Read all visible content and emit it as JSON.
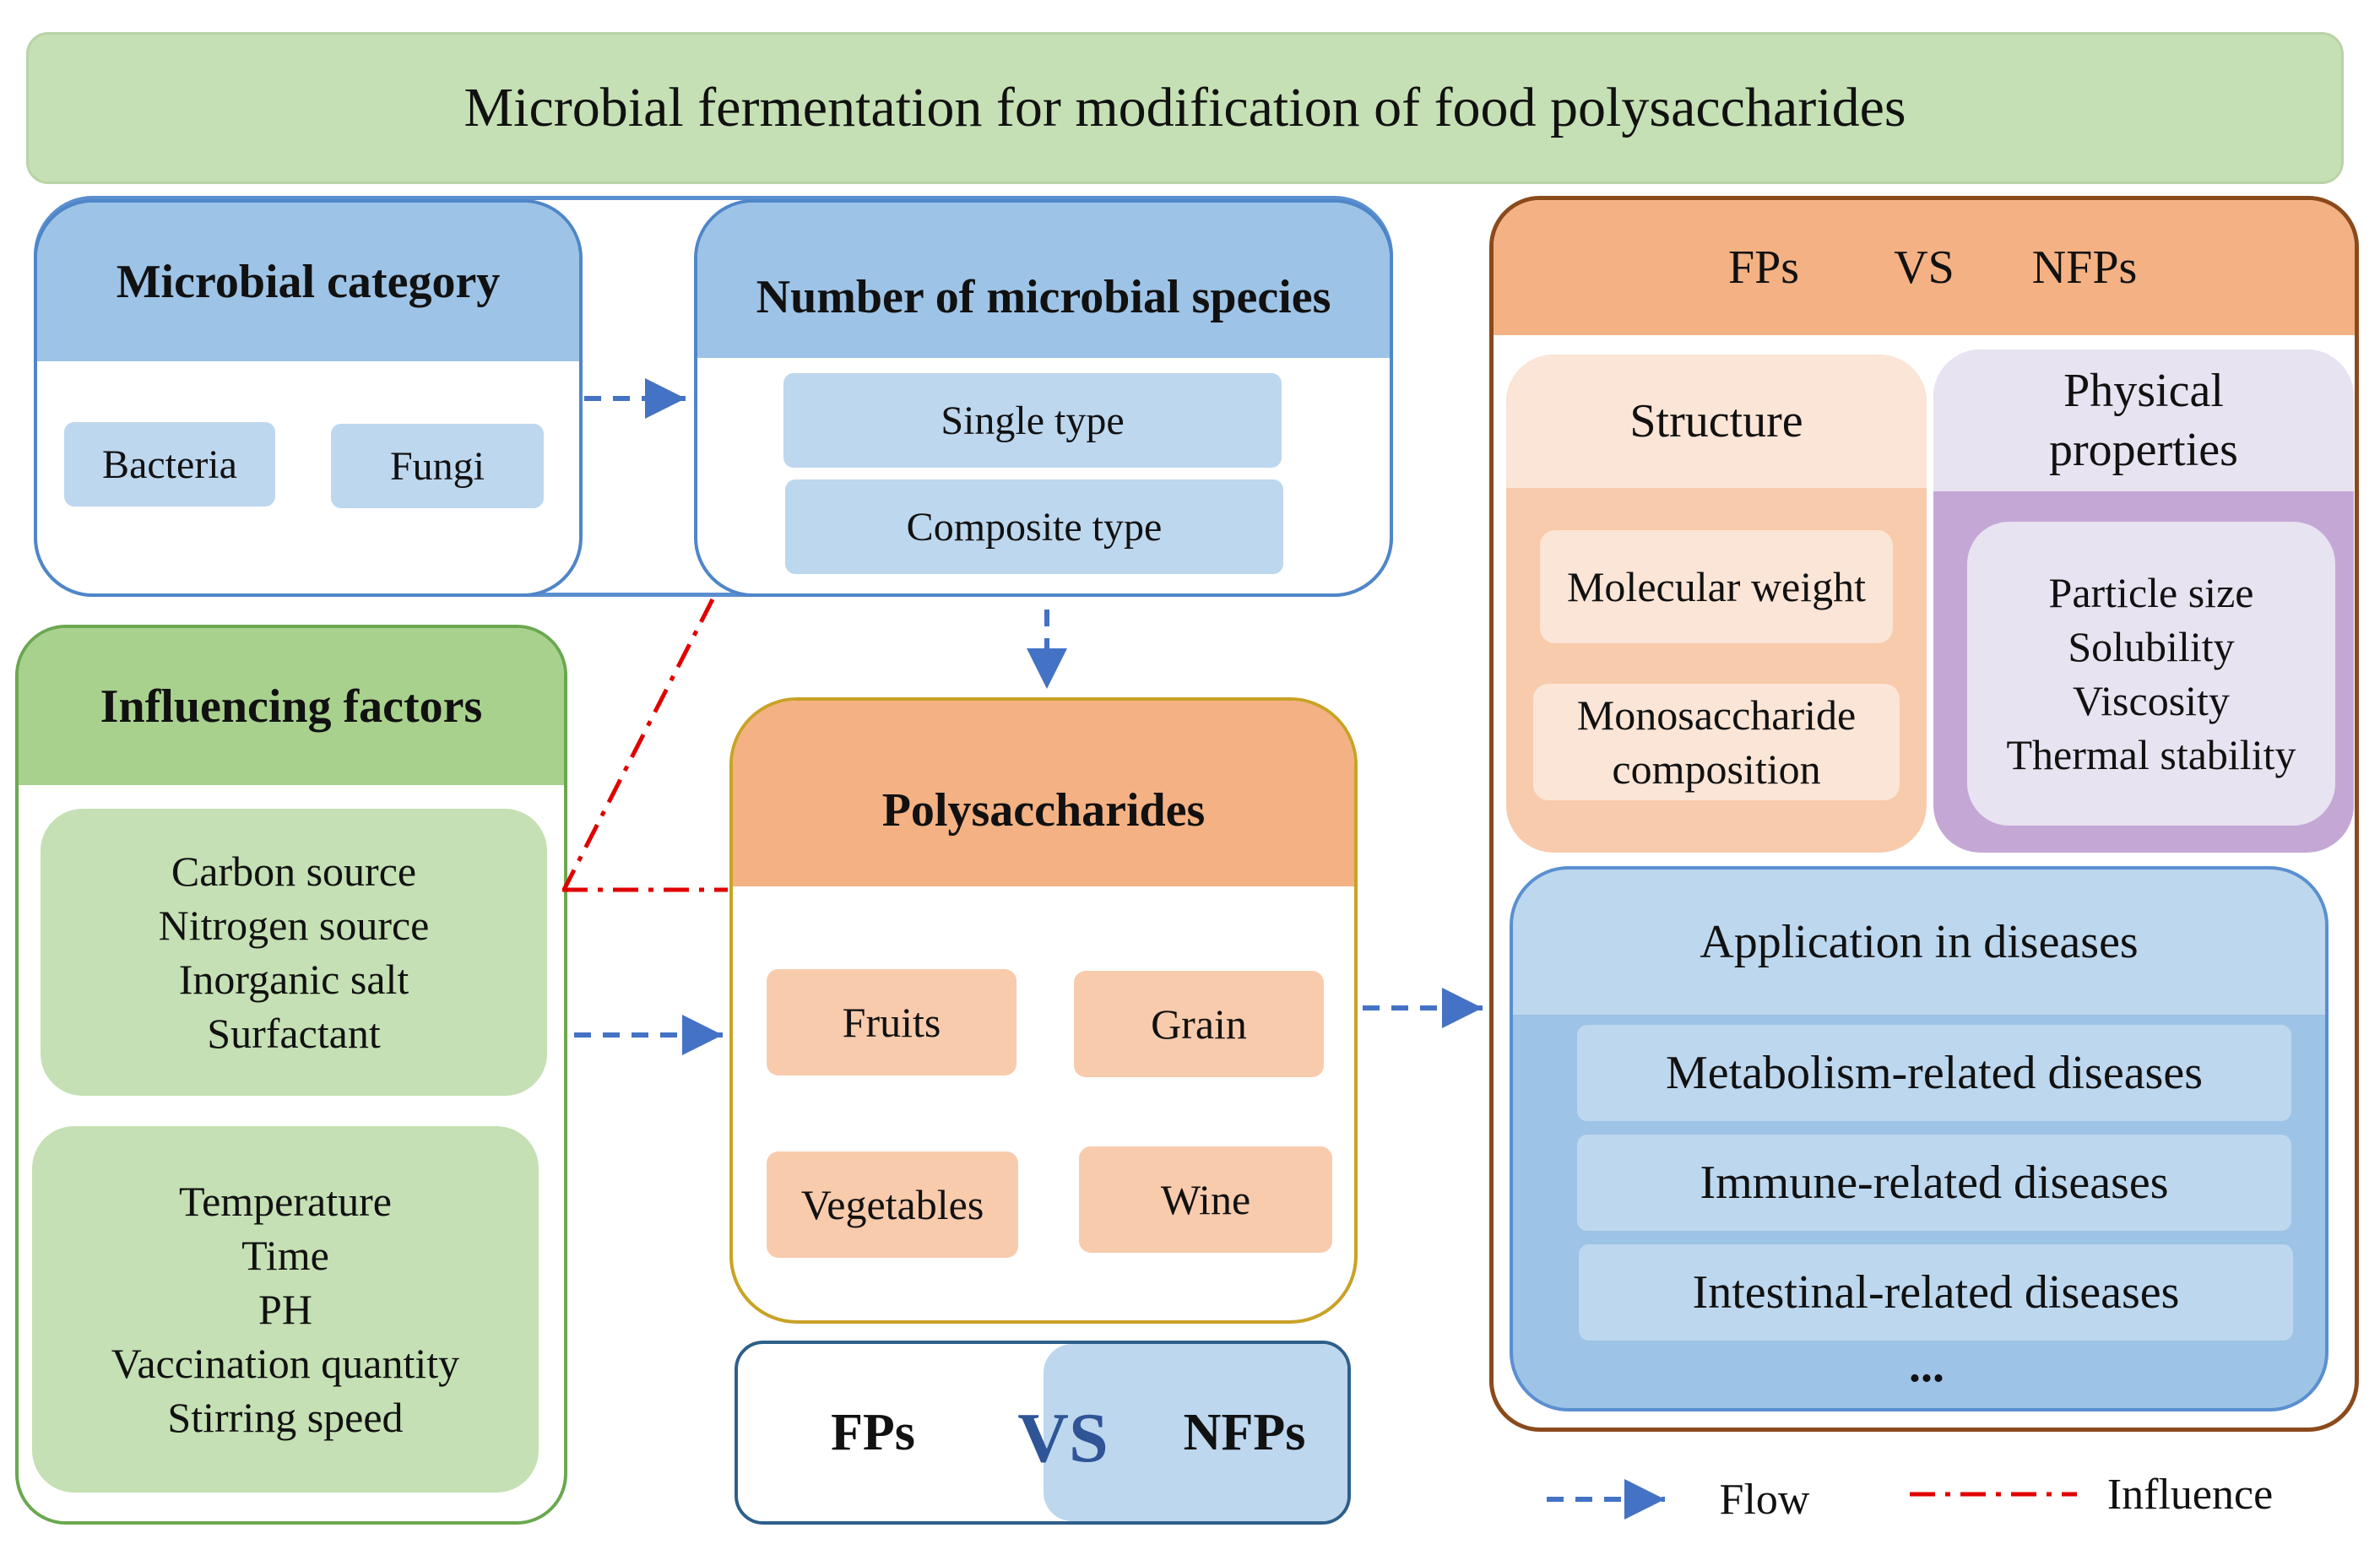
{
  "title": "Microbial fermentation for modification of food polysaccharides",
  "microbial_category": {
    "heading": "Microbial category",
    "items": [
      "Bacteria",
      "Fungi"
    ]
  },
  "microbial_species": {
    "heading": "Number of microbial species",
    "items": [
      "Single type",
      "Composite type"
    ]
  },
  "influencing_factors": {
    "heading": "Influencing factors",
    "group_1": [
      "Carbon source",
      "Nitrogen source",
      "Inorganic salt",
      "Surfactant"
    ],
    "group_2": [
      "Temperature",
      "Time",
      "PH",
      "Vaccination quantity",
      "Stirring speed"
    ]
  },
  "polysaccharides": {
    "heading": "Polysaccharides",
    "sources": [
      "Fruits",
      "Grain",
      "Vegetables",
      "Wine"
    ]
  },
  "comparison": {
    "left": "FPs",
    "vs": "VS",
    "right": "NFPs"
  },
  "right_panel": {
    "header_left": "FPs",
    "header_vs": "VS",
    "header_right": "NFPs",
    "structure": {
      "heading": "Structure",
      "items": [
        "Molecular weight",
        "Monosaccharide composition"
      ]
    },
    "physical": {
      "heading": "Physical properties",
      "items": [
        "Particle size",
        "Solubility",
        "Viscosity",
        "Thermal stability"
      ]
    },
    "application": {
      "heading": "Application in diseases",
      "items": [
        "Metabolism-related diseases",
        "Immune-related diseases",
        "Intestinal-related diseases"
      ],
      "ellipsis": "..."
    }
  },
  "legend": {
    "flow": "Flow",
    "influence": "Influence"
  },
  "colors": {
    "banner": "#c5e0b4",
    "blue_header": "#9dc3e6",
    "blue_chip": "#bdd7ee",
    "green_header": "#a9d18e",
    "green_block": "#c5e0b4",
    "orange_header": "#f4b183",
    "orange_chip": "#f8cbad",
    "purple": "#c5a7d6",
    "flow_arrow": "#4472c4",
    "influence_line": "#e00000"
  }
}
